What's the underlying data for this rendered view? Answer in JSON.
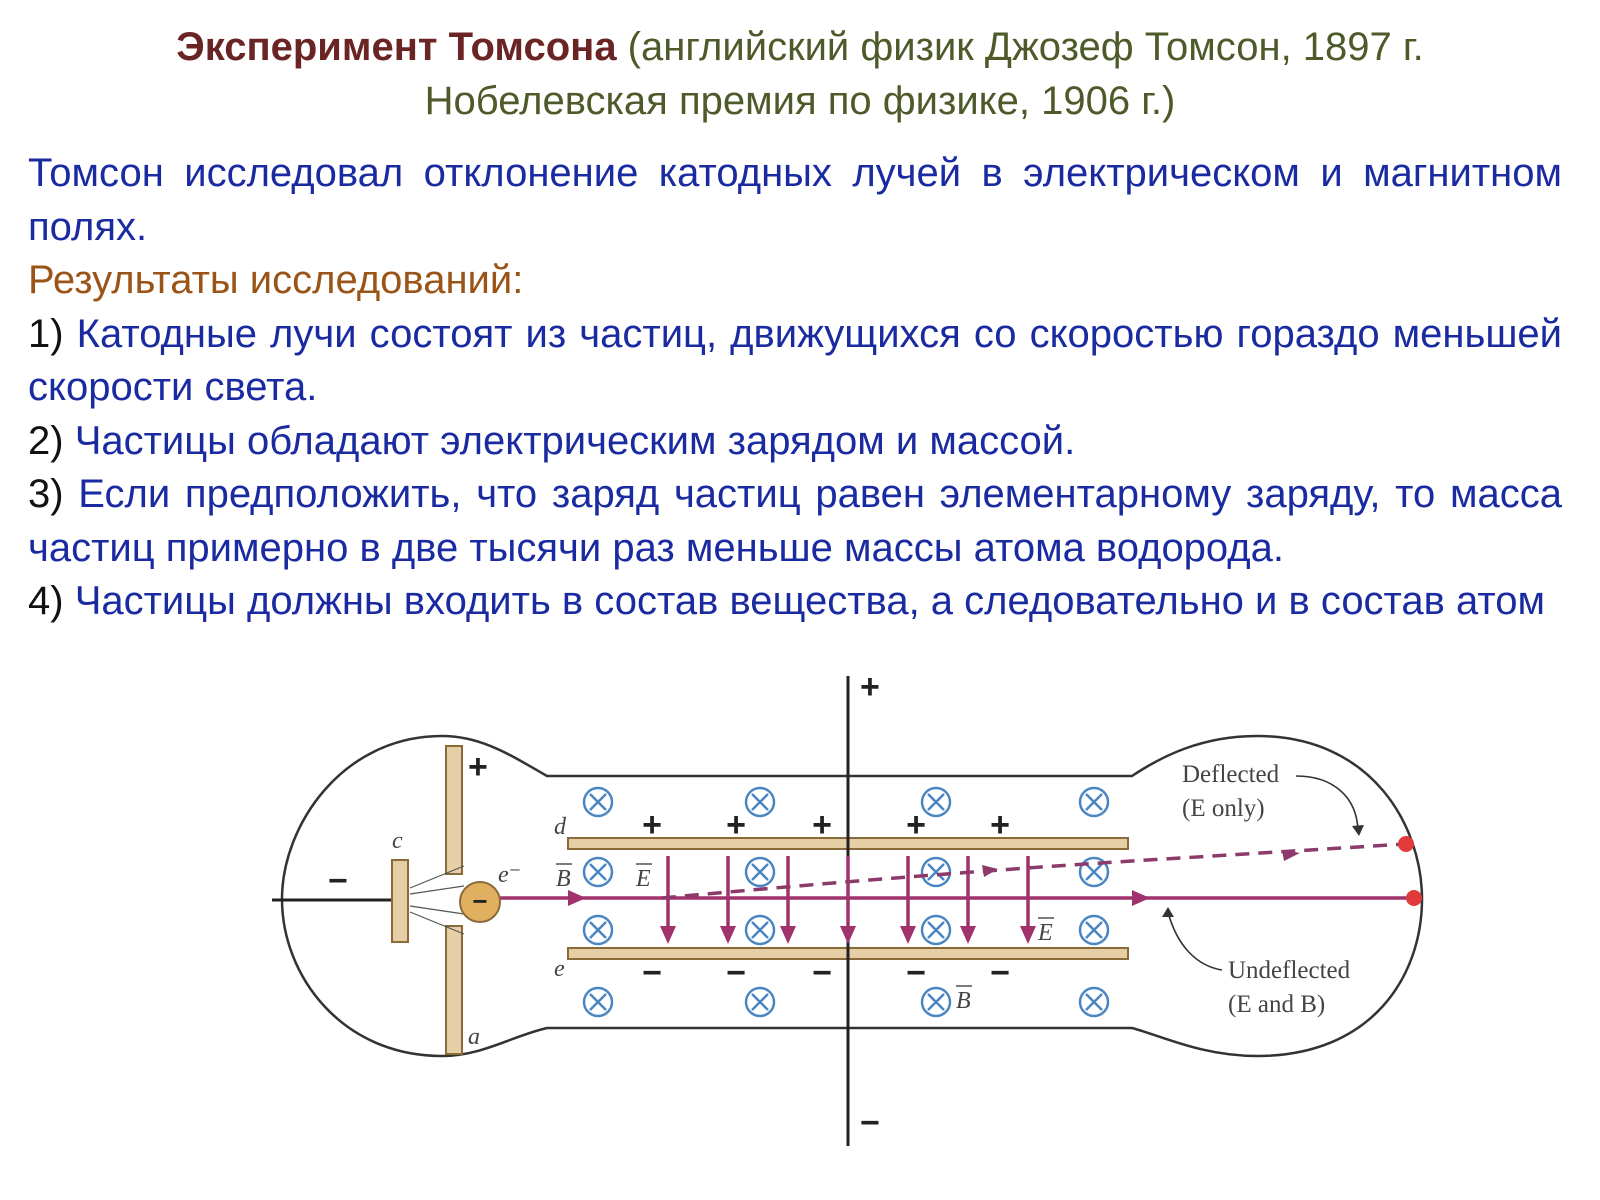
{
  "title": {
    "main": "Эксперимент Томсона",
    "paren_line1": " (английский физик Джозеф Томсон, 1897 г.",
    "paren_line2": "Нобелевская премия по физике, 1906 г.)"
  },
  "intro": "Томсон исследовал отклонение катодных лучей в электрическом и магнитном полях.",
  "results_heading": "Результаты исследований:",
  "results": [
    {
      "num": "1)",
      "text": " Катодные лучи состоят из частиц, движущихся со скоростью гораздо меньшей скорости света."
    },
    {
      "num": "2)",
      "text": " Частицы обладают электрическим зарядом и массой."
    },
    {
      "num": "3)",
      "text": " Если предположить, что заряд частиц равен элементарному заряду, то масса частиц примерно в две тысячи раз меньше массы атома водорода."
    },
    {
      "num": "4)",
      "text": " Частицы должны входить в состав вещества, а следовательно и в состав атом"
    }
  ],
  "diagram": {
    "labels": {
      "c": "c",
      "d": "d",
      "e": "e",
      "a": "a",
      "electron": "e⁻",
      "B_vec": "B",
      "E_vec": "E",
      "deflected_title": "Deflected",
      "deflected_note": "(E only)",
      "undeflected_title": "Undeflected",
      "undeflected_note": "(E and B)",
      "plus": "+",
      "minus": "−",
      "electron_charge": "−"
    },
    "colors": {
      "beam": "#a0326e",
      "deflected_beam": "#8c3a6a",
      "field_arrow": "#a0326e",
      "plate": "#e6cfa6",
      "plate_stroke": "#8b6a3a",
      "cross_circle": "#4a86c2",
      "endpoint": "#e03a3a",
      "electron_fill": "#e0b060"
    }
  }
}
